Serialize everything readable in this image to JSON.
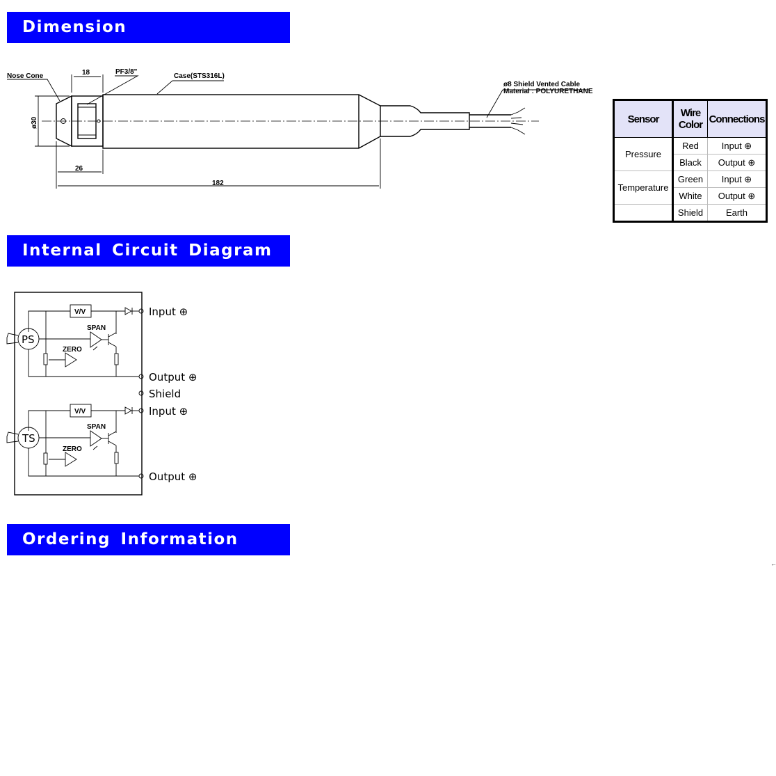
{
  "sections": {
    "dimension": "Dimension",
    "circuit": "Internal Circuit Diagram",
    "ordering": "Ordering Information"
  },
  "dimension_drawing": {
    "nose_cone": "Nose Cone",
    "dim_18": "18",
    "thread": "PF3/8\"",
    "case": "Case(STS316L)",
    "cable_line1": "ø8 Shield Vented Cable",
    "cable_line2": "Material : POLYURETHANE",
    "dia": "ø30",
    "dim_26": "26",
    "dim_182": "182"
  },
  "wire_table": {
    "headers": {
      "sensor": "Sensor",
      "wire_color_1": "Wire",
      "wire_color_2": "Color",
      "connections": "Connections"
    },
    "sensor_pressure": "Pressure",
    "sensor_temperature": "Temperature",
    "rows": [
      {
        "color": "Red",
        "connection": "Input ⊕"
      },
      {
        "color": "Black",
        "connection": "Output ⊕"
      },
      {
        "color": "Green",
        "connection": "Input ⊕"
      },
      {
        "color": "White",
        "connection": "Output ⊕"
      },
      {
        "color": "Shield",
        "connection": "Earth"
      }
    ]
  },
  "circuit": {
    "ps_label": "PS",
    "ts_label": "TS",
    "vv_label": "V/V",
    "span_label": "SPAN",
    "zero_label": "ZERO",
    "input1": "Input ⊕",
    "output1": "Output ⊕",
    "shield": "Shield",
    "input2": "Input ⊕",
    "output2": "Output ⊕"
  },
  "misc": {
    "arrow": "←"
  },
  "colors": {
    "header_bg": "#0000ff",
    "header_text": "#ffffff",
    "table_header_bg": "#e3e3f8"
  }
}
